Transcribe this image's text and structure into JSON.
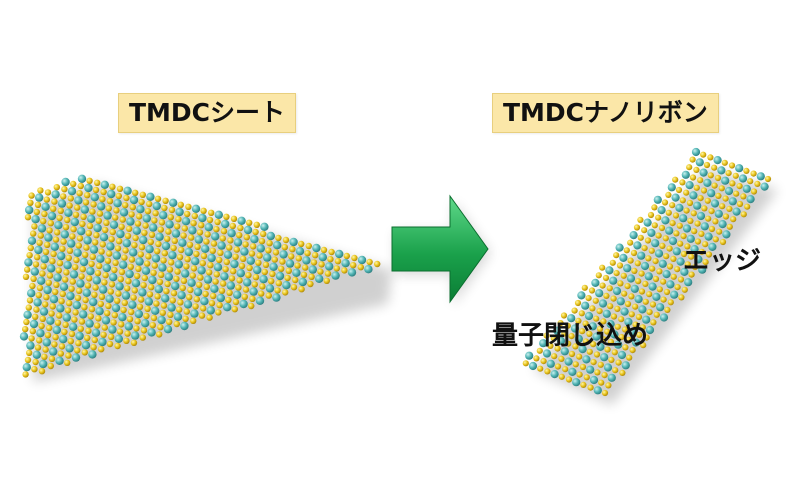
{
  "labels": {
    "sheet": "TMDCシート",
    "ribbon": "TMDCナノリボン"
  },
  "annotations": {
    "edge": "エッジ",
    "quantum_confinement": "量子閉じ込め"
  },
  "colors": {
    "chalcogen_atom": "#e8c31a",
    "metal_atom": "#4fb3b3",
    "label_background": "#fbe7a8",
    "arrow_light": "#3cc46a",
    "arrow_dark": "#0b7d35"
  },
  "icons": {
    "transition_arrow": "right-arrow-icon"
  }
}
